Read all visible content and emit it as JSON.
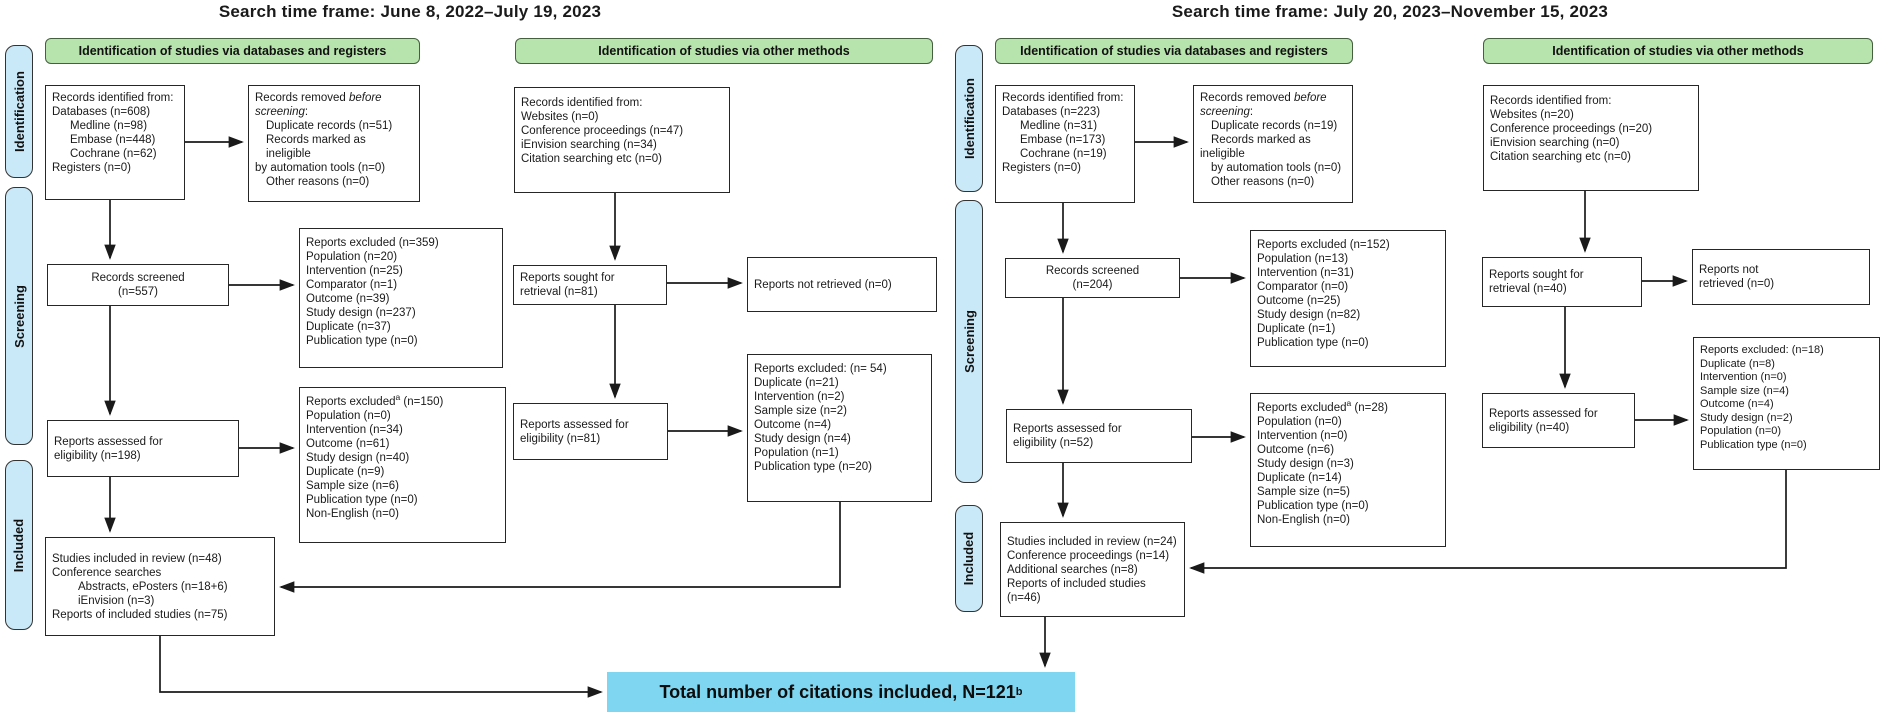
{
  "colors": {
    "header_green": "#b7e3ac",
    "sidebar_blue": "#c9e9f8",
    "total_blue": "#7ed6f0"
  },
  "left": {
    "title": "Search time frame: June 8, 2022–July 19, 2023",
    "sidebar": {
      "identification": "Identification",
      "screening": "Screening",
      "included": "Included"
    },
    "header_databases": "Identification of studies via databases and registers",
    "header_other": "Identification of studies via other methods",
    "records_identified": {
      "lines": [
        "Records identified from:",
        "Databases (n=608)",
        "Medline (n=98)",
        "Embase (n=448)",
        "Cochrane (n=62)",
        "Registers (n=0)"
      ]
    },
    "records_removed": {
      "l1_pre": "Records removed ",
      "l1_it": "before",
      "l2_it": "screening",
      "l2_post": ":",
      "lines": [
        "Duplicate records (n=51)",
        "Records marked as ineligible",
        "by automation tools (n=0)",
        "Other reasons (n=0)"
      ]
    },
    "records_screened": {
      "lines": [
        "Records screened",
        "(n=557)"
      ]
    },
    "reports_excluded_screening": {
      "lines": [
        "Reports excluded (n=359)",
        "Population (n=20)",
        "Intervention (n=25)",
        "Comparator (n=1)",
        "Outcome (n=39)",
        "Study design (n=237)",
        "Duplicate (n=37)",
        "Publication type (n=0)"
      ]
    },
    "reports_assessed": {
      "lines": [
        "Reports assessed for",
        "eligibility (n=198)"
      ]
    },
    "reports_excluded_eligibility": {
      "l1_pre": "Reports excluded",
      "l1_sup": "a",
      "l1_post": " (n=150)",
      "lines": [
        "Population (n=0)",
        "Intervention (n=34)",
        "Outcome (n=61)",
        "Study design (n=40)",
        "Duplicate (n=9)",
        "Sample size (n=6)",
        "Publication type (n=0)",
        "Non-English (n=0)"
      ]
    },
    "included_box": {
      "lines": [
        "Studies included in review (n=48)",
        "Conference searches",
        "Abstracts, ePosters (n=18+6)",
        "iEnvision (n=3)",
        "Reports of included studies (n=75)"
      ]
    },
    "other_records_identified": {
      "lines": [
        "Records identified from:",
        "Websites (n=0)",
        "Conference proceedings (n=47)",
        "iEnvision searching (n=34)",
        "Citation searching etc (n=0)"
      ]
    },
    "reports_sought": {
      "lines": [
        "Reports sought for",
        "retrieval (n=81)"
      ]
    },
    "reports_not_retrieved": {
      "lines": [
        "Reports not retrieved (n=0)"
      ]
    },
    "other_reports_assessed": {
      "lines": [
        "Reports assessed for",
        "eligibility (n=81)"
      ]
    },
    "other_reports_excluded": {
      "lines": [
        "Reports excluded: (n= 54)",
        "Duplicate (n=21)",
        "Intervention (n=2)",
        "Sample size (n=2)",
        "Outcome (n=4)",
        "Study design (n=4)",
        "Population (n=1)",
        "Publication type (n=20)"
      ]
    }
  },
  "right": {
    "title": "Search time frame: July 20, 2023–November 15, 2023",
    "sidebar": {
      "identification": "Identification",
      "screening": "Screening",
      "included": "Included"
    },
    "header_databases": "Identification of studies via databases and registers",
    "header_other": "Identification of studies via other methods",
    "records_identified": {
      "lines": [
        "Records identified from:",
        "Databases (n=223)",
        "Medline (n=31)",
        "Embase (n=173)",
        "Cochrane (n=19)",
        "Registers (n=0)"
      ]
    },
    "records_removed": {
      "l1_pre": "Records removed ",
      "l1_it": "before",
      "l2_it": "screening",
      "l2_post": ":",
      "lines": [
        "Duplicate records (n=19)",
        "Records marked as",
        "ineligible",
        "by automation tools (n=0)",
        "Other reasons (n=0)"
      ]
    },
    "records_screened": {
      "lines": [
        "Records screened",
        "(n=204)"
      ]
    },
    "reports_excluded_screening": {
      "lines": [
        "Reports excluded (n=152)",
        "Population (n=13)",
        "Intervention (n=31)",
        "Comparator (n=0)",
        "Outcome (n=25)",
        "Study design (n=82)",
        "Duplicate (n=1)",
        "Publication type (n=0)"
      ]
    },
    "reports_assessed": {
      "lines": [
        "Reports assessed for",
        "eligibility (n=52)"
      ]
    },
    "reports_excluded_eligibility": {
      "l1_pre": "Reports excluded",
      "l1_sup": "a",
      "l1_post": " (n=28)",
      "lines": [
        "Population (n=0)",
        "Intervention (n=0)",
        "Outcome (n=6)",
        "Study design (n=3)",
        "Duplicate (n=14)",
        "Sample size (n=5)",
        "Publication type (n=0)",
        "Non-English (n=0)"
      ]
    },
    "included_box": {
      "lines": [
        "Studies included in review (n=24)",
        "Conference proceedings (n=14)",
        "Additional searches (n=8)",
        "Reports of included studies (n=46)"
      ]
    },
    "other_records_identified": {
      "lines": [
        "Records identified from:",
        "Websites (n=20)",
        "Conference proceedings (n=20)",
        "iEnvision searching (n=0)",
        "Citation searching etc (n=0)"
      ]
    },
    "reports_sought": {
      "lines": [
        "Reports sought for",
        "retrieval (n=40)"
      ]
    },
    "reports_not_retrieved": {
      "lines": [
        "Reports not",
        "retrieved (n=0)"
      ]
    },
    "other_reports_assessed": {
      "lines": [
        "Reports assessed for",
        "eligibility (n=40)"
      ]
    },
    "other_reports_excluded": {
      "lines": [
        "Reports excluded: (n=18)",
        "Duplicate (n=8)",
        "Intervention (n=0)",
        "Sample size (n=4)",
        "Outcome (n=4)",
        "Study design (n=2)",
        "Population (n=0)",
        "Publication type (n=0)"
      ]
    }
  },
  "total": {
    "label": "Total number of citations included, N=121",
    "sup": "b"
  }
}
